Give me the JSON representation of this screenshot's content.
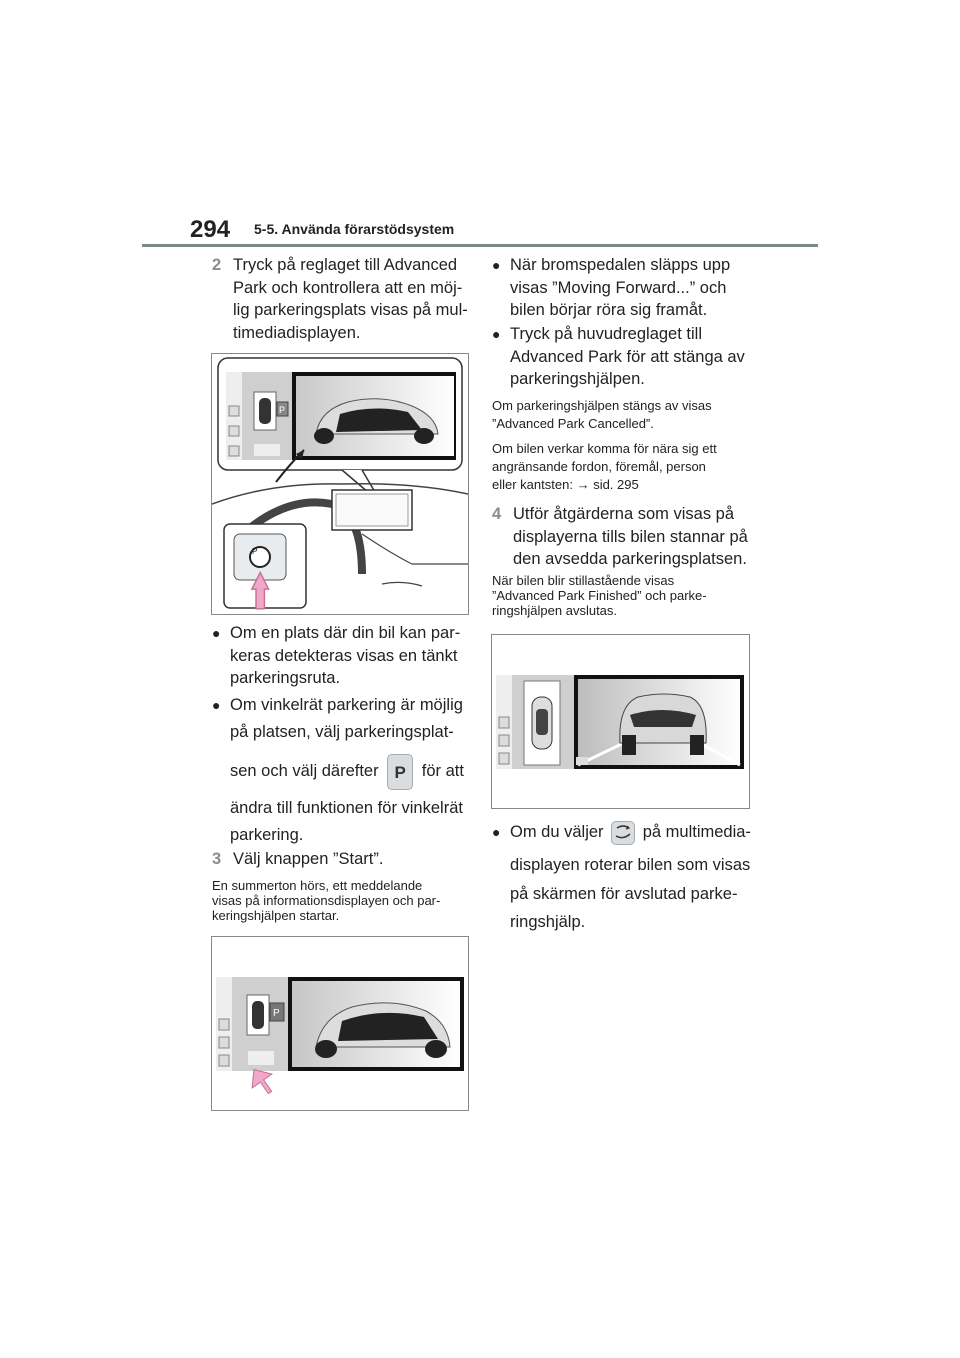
{
  "header": {
    "page_number": "294",
    "section_title": "5-5. Använda förarstödsystem"
  },
  "left_column": {
    "step2": {
      "num": "2",
      "lines": [
        "Tryck på reglaget till Advanced",
        "Park och kontrollera att en möj-",
        "lig parkeringsplats visas på mul-",
        "timediadisplayen."
      ]
    },
    "bullet1": {
      "lines": [
        "Om en plats där din bil kan par-",
        "keras detekteras visas en tänkt",
        "parkeringsruta."
      ]
    },
    "bullet2": {
      "line1": "Om vinkelrät parkering är möjlig",
      "line2": "på platsen, välj parkeringsplat-",
      "line3_before": "sen och välj därefter",
      "line3_after": "för att",
      "line4": "ändra till funktionen för vinkelrät",
      "line5": "parkering."
    },
    "step3": {
      "num": "3",
      "text": "Välj knappen ”Start”."
    },
    "note": {
      "lines": [
        "En summerton hörs, ett meddelande",
        "visas på informationsdisplayen och par-",
        "keringshjälpen startar."
      ]
    }
  },
  "right_column": {
    "bullet3": {
      "lines": [
        "När bromspedalen släpps upp",
        "visas ”Moving Forward...” och",
        "bilen börjar röra sig framåt."
      ]
    },
    "bullet4": {
      "lines": [
        "Tryck på huvudreglaget till",
        "Advanced Park för att stänga av",
        "parkeringshjälpen."
      ]
    },
    "note1": {
      "lines": [
        "Om parkeringshjälpen stängs av visas",
        "”Advanced Park Cancelled”."
      ]
    },
    "note2": {
      "lines": [
        "Om bilen verkar komma för nära sig ett",
        "angränsande fordon, föremål, person"
      ],
      "line3_before": "eller kantsten:",
      "arrow": "→",
      "line3_after": "sid. 295"
    },
    "step4": {
      "num": "4",
      "lines": [
        "Utför åtgärderna som visas på",
        "displayerna tills bilen stannar på",
        "den avsedda parkeringsplatsen."
      ]
    },
    "note3": {
      "lines": [
        "När bilen blir stillastående visas",
        "”Advanced Park Finished” och parke-",
        "ringshjälpen avslutas."
      ]
    },
    "bullet5": {
      "line1_before": "Om du väljer",
      "line1_after": "på multimedia-",
      "line2": "displayen roterar bilen som visas",
      "line3": "på skärmen för avslutad parke-",
      "line4": "ringshjälp."
    }
  },
  "icons": {
    "p_button": "P",
    "screen_p": "P"
  },
  "colors": {
    "step_number": "#8c8c8c",
    "header_rule": "#7a8a7f",
    "pointer_arrow": "#f2a6c8"
  }
}
